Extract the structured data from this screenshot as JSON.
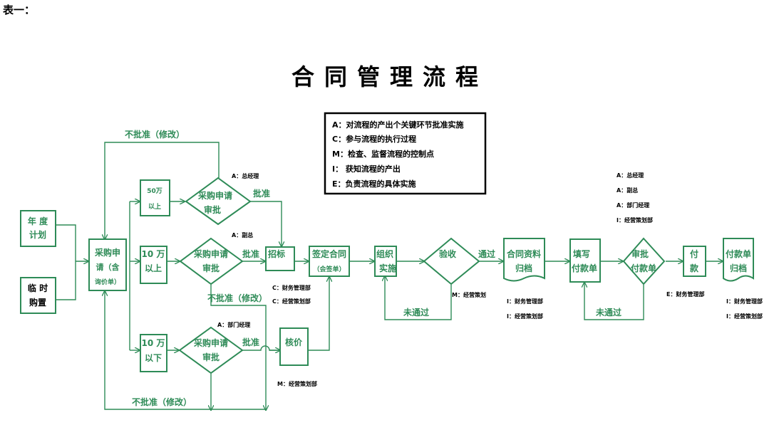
{
  "header": {
    "table_label": "表一：",
    "title": "合同管理流程"
  },
  "legend": [
    "A：对流程的产出个关键环节批准实施",
    "C：参与流程的执行过程",
    "M：检查、监督流程的控制点",
    "I： 获知流程的产出",
    "E：负责流程的具体实施"
  ],
  "nodes": {
    "annual_plan": [
      "年 度",
      "计划"
    ],
    "temp_purchase": [
      "临 时",
      "购置"
    ],
    "purchase_request": [
      "采购申",
      "请（含",
      "询价单）"
    ],
    "over_500k": [
      "50万",
      "以上"
    ],
    "over_100k": [
      "10 万",
      "以上"
    ],
    "under_100k": [
      "10 万",
      "以下"
    ],
    "approve_top": [
      "采购申请",
      "审批"
    ],
    "approve_mid": [
      "采购申请",
      "审批"
    ],
    "approve_bottom": [
      "采购申请",
      "审批"
    ],
    "bidding": "招标",
    "sign_contract": [
      "签定合同",
      "（会签单）"
    ],
    "price_check": "核价",
    "organize": [
      "组织",
      "实施"
    ],
    "acceptance": "验收",
    "archive_docs": [
      "合同资料",
      "归档"
    ],
    "fill_payment": [
      "填写",
      "付款单"
    ],
    "approve_payment": [
      "审批",
      "付款单"
    ],
    "pay": [
      "付",
      "款"
    ],
    "archive_payment": [
      "付款单",
      "归档"
    ]
  },
  "edge_labels": {
    "not_approved_top": "不批准（修改）",
    "not_approved_mid": "不批准（修改）",
    "not_approved_bottom": "不批准（修改）",
    "approved_top": "批准",
    "approved_mid": "批准",
    "approved_bottom": "批准",
    "passed_acceptance": "通过",
    "failed_acceptance": "未通过",
    "failed_payment": "未通过"
  },
  "roles": {
    "approve_top": "A：总经理",
    "approve_mid": "A：副总",
    "approve_bottom": "A：部门经理",
    "bidding_c1": "C：财务管理部",
    "bidding_c2": "C：经营策划部",
    "price_check": "M：经营策划部",
    "acceptance": "M：经营策划",
    "archive_docs_1": "I：财务管理部",
    "archive_docs_2": "I：经营策划部",
    "payment_1": "A：总经理",
    "payment_2": "A：副总",
    "payment_3": "A：部门经理",
    "payment_4": "I：经营策划部",
    "pay": "E：财务管理部",
    "archive_payment_1": "I：财务管理部",
    "archive_payment_2": "I：经营策划部"
  },
  "colors": {
    "flow": "#2e8b57",
    "text": "#000000"
  }
}
